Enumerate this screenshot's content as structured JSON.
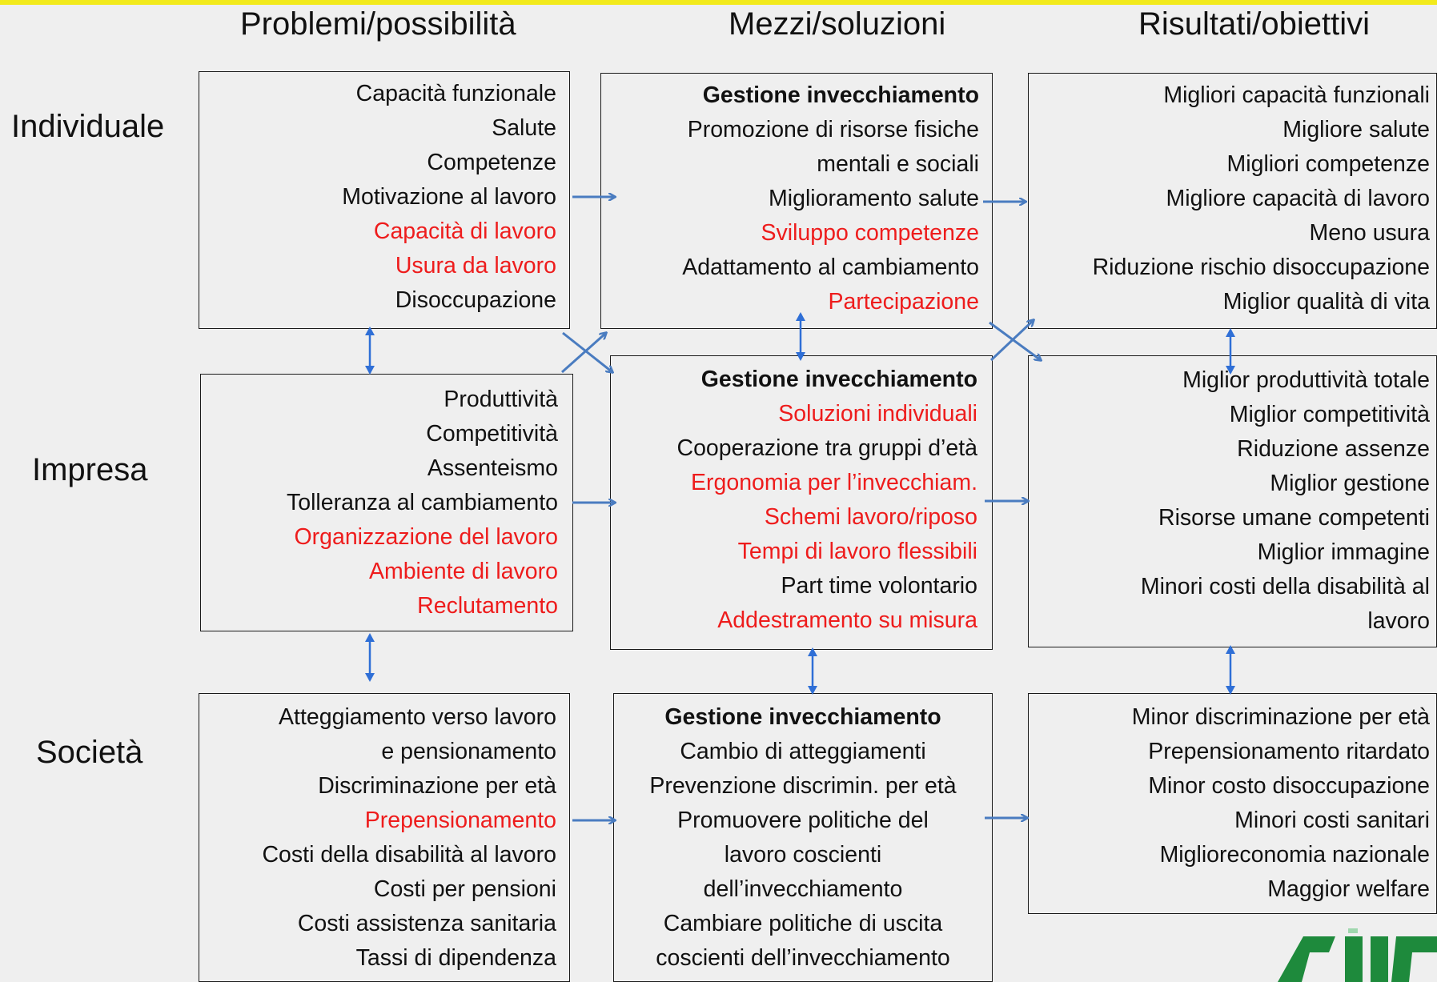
{
  "columns": {
    "problems": "Problemi/possibilità",
    "means": "Mezzi/soluzioni",
    "results": "Risultati/obiettivi"
  },
  "rows": {
    "individual": "Individuale",
    "company": "Impresa",
    "society": "Società"
  },
  "boxes": {
    "ind_problems": [
      {
        "text": "Capacità funzionale",
        "color": "black"
      },
      {
        "text": "Salute",
        "color": "black"
      },
      {
        "text": "Competenze",
        "color": "black"
      },
      {
        "text": "Motivazione al lavoro",
        "color": "black"
      },
      {
        "text": "Capacità di lavoro",
        "color": "red"
      },
      {
        "text": "Usura da lavoro",
        "color": "red"
      },
      {
        "text": "Disoccupazione",
        "color": "black"
      }
    ],
    "ind_means": [
      {
        "text": "Gestione invecchiamento",
        "color": "black",
        "bold": true
      },
      {
        "text": "Promozione di risorse fisiche",
        "color": "black"
      },
      {
        "text": "mentali e sociali",
        "color": "black"
      },
      {
        "text": "Miglioramento salute",
        "color": "black"
      },
      {
        "text": "Sviluppo competenze",
        "color": "red"
      },
      {
        "text": "Adattamento al cambiamento",
        "color": "black"
      },
      {
        "text": "Partecipazione",
        "color": "red"
      }
    ],
    "ind_results": [
      {
        "text": "Migliori capacità funzionali",
        "color": "black"
      },
      {
        "text": "Migliore salute",
        "color": "black"
      },
      {
        "text": "Migliori competenze",
        "color": "black"
      },
      {
        "text": "Migliore capacità di lavoro",
        "color": "black"
      },
      {
        "text": "Meno usura",
        "color": "black"
      },
      {
        "text": "Riduzione rischio disoccupazione",
        "color": "black"
      },
      {
        "text": "Miglior qualità di vita",
        "color": "black"
      }
    ],
    "comp_problems": [
      {
        "text": "Produttività",
        "color": "black"
      },
      {
        "text": "Competitività",
        "color": "black"
      },
      {
        "text": "Assenteismo",
        "color": "black"
      },
      {
        "text": "Tolleranza al cambiamento",
        "color": "black"
      },
      {
        "text": "Organizzazione del lavoro",
        "color": "red"
      },
      {
        "text": "Ambiente di lavoro",
        "color": "red"
      },
      {
        "text": "Reclutamento",
        "color": "red"
      }
    ],
    "comp_means": [
      {
        "text": "Gestione invecchiamento",
        "color": "black",
        "bold": true
      },
      {
        "text": "Soluzioni individuali",
        "color": "red"
      },
      {
        "text": "Cooperazione tra gruppi d’età",
        "color": "black"
      },
      {
        "text": "Ergonomia per l’invecchiam.",
        "color": "red"
      },
      {
        "text": "Schemi lavoro/riposo",
        "color": "red"
      },
      {
        "text": "Tempi di lavoro flessibili",
        "color": "red"
      },
      {
        "text": "Part time volontario",
        "color": "black"
      },
      {
        "text": "Addestramento su misura",
        "color": "red"
      }
    ],
    "comp_results": [
      {
        "text": "Miglior produttività totale",
        "color": "black"
      },
      {
        "text": "Miglior competitività",
        "color": "black"
      },
      {
        "text": "Riduzione assenze",
        "color": "black"
      },
      {
        "text": "Miglior gestione",
        "color": "black"
      },
      {
        "text": "Risorse umane competenti",
        "color": "black"
      },
      {
        "text": "Miglior immagine",
        "color": "black"
      },
      {
        "text": "Minori costi della disabilità al",
        "color": "black"
      },
      {
        "text": "lavoro",
        "color": "black"
      }
    ],
    "soc_problems": [
      {
        "text": "Atteggiamento verso lavoro",
        "color": "black"
      },
      {
        "text": "e pensionamento",
        "color": "black"
      },
      {
        "text": "Discriminazione per età",
        "color": "black"
      },
      {
        "text": "Prepensionamento",
        "color": "red"
      },
      {
        "text": "Costi della disabilità al lavoro",
        "color": "black"
      },
      {
        "text": "Costi per pensioni",
        "color": "black"
      },
      {
        "text": "Costi assistenza sanitaria",
        "color": "black"
      },
      {
        "text": "Tassi di dipendenza",
        "color": "black"
      }
    ],
    "soc_means": [
      {
        "text": "Gestione invecchiamento",
        "color": "black",
        "bold": true
      },
      {
        "text": "Cambio di atteggiamenti",
        "color": "black"
      },
      {
        "text": "Prevenzione discrimin. per età",
        "color": "black"
      },
      {
        "text": "Promuovere politiche del",
        "color": "black"
      },
      {
        "text": "lavoro coscienti",
        "color": "black"
      },
      {
        "text": "dell’invecchiamento",
        "color": "black"
      },
      {
        "text": "Cambiare politiche di uscita",
        "color": "black"
      },
      {
        "text": "coscienti dell’invecchiamento",
        "color": "black"
      }
    ],
    "soc_results": [
      {
        "text": "Minor discriminazione per età",
        "color": "black"
      },
      {
        "text": "Prepensionamento ritardato",
        "color": "black"
      },
      {
        "text": "Minor costo disoccupazione",
        "color": "black"
      },
      {
        "text": "Minori costi sanitari",
        "color": "black"
      },
      {
        "text": "Miglioreconomia nazionale",
        "color": "black"
      },
      {
        "text": "Maggior welfare",
        "color": "black"
      }
    ]
  },
  "colors": {
    "highlight": "#ee1c1c",
    "arrow": "#4a7cc0",
    "double_arrow": "#2f6fd6",
    "top_bar": "#f2ea1c",
    "logo": "#1e8a3c"
  }
}
